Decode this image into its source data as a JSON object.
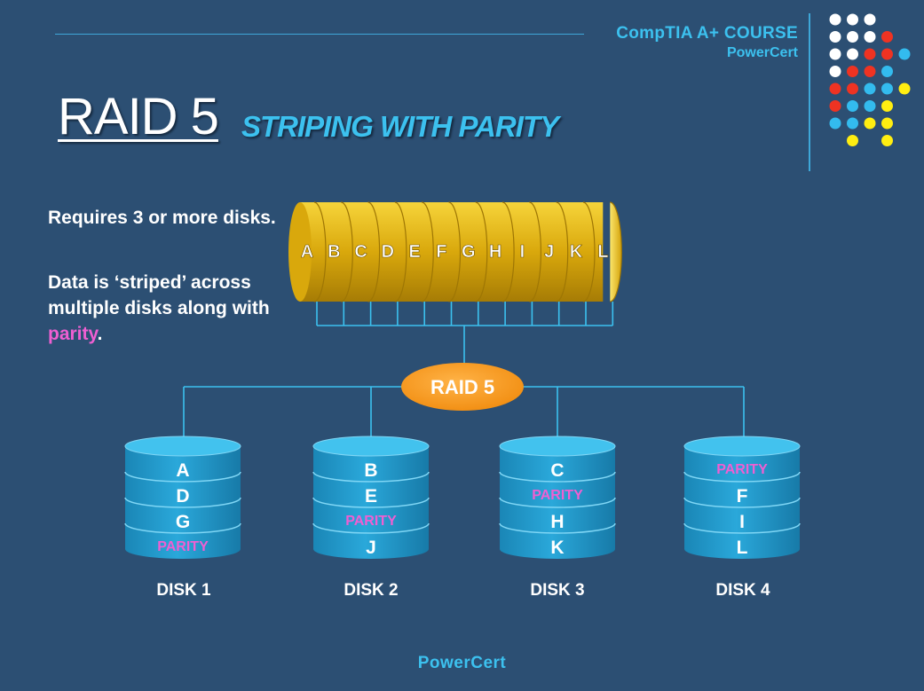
{
  "header": {
    "course": "CompTIA A+ COURSE",
    "brand": "PowerCert"
  },
  "title": {
    "main": "RAID 5",
    "subtitle": "STRIPING WITH PARITY"
  },
  "description": {
    "line1": "Requires 3 or more disks.",
    "line2_prefix": "Data is ‘striped’ across multiple disks along with",
    "line2_highlight": "parity",
    "line2_suffix": "."
  },
  "data_stripe": [
    "A",
    "B",
    "C",
    "D",
    "E",
    "F",
    "G",
    "H",
    "I",
    "J",
    "K",
    "L"
  ],
  "controller_label": "RAID 5",
  "disks": [
    {
      "label": "DISK 1",
      "blocks": [
        "A",
        "D",
        "G",
        "PARITY"
      ]
    },
    {
      "label": "DISK 2",
      "blocks": [
        "B",
        "E",
        "PARITY",
        "J"
      ]
    },
    {
      "label": "DISK 3",
      "blocks": [
        "C",
        "PARITY",
        "H",
        "K"
      ]
    },
    {
      "label": "DISK 4",
      "blocks": [
        "PARITY",
        "F",
        "I",
        "L"
      ]
    }
  ],
  "footer": "PowerCert",
  "colors": {
    "background": "#2c4f73",
    "accent": "#3cc1ef",
    "parity": "#ef5fd2",
    "controller": "#f7941d",
    "disk": "#1f95c9",
    "stripe": "#e2b40b",
    "dot_white": "#ffffff",
    "dot_red": "#ee3322",
    "dot_blue": "#33bbee",
    "dot_yellow": "#ffee11"
  }
}
